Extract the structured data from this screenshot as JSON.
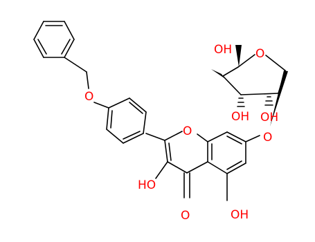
{
  "molecule": {
    "atom_labels": {
      "ring_o": "O",
      "ether_o": "O",
      "glyco_o": "O",
      "sugar_ring_o": "O",
      "ketone_o": "O",
      "oh_3": "HO",
      "oh_5": "OH",
      "oh_sugar_a": "OH",
      "oh_sugar_b": "OH",
      "oh_sugar_c": "OH"
    },
    "colors": {
      "bond": "#000000",
      "heteroatom": "#ff0000",
      "background": "#ffffff"
    }
  }
}
